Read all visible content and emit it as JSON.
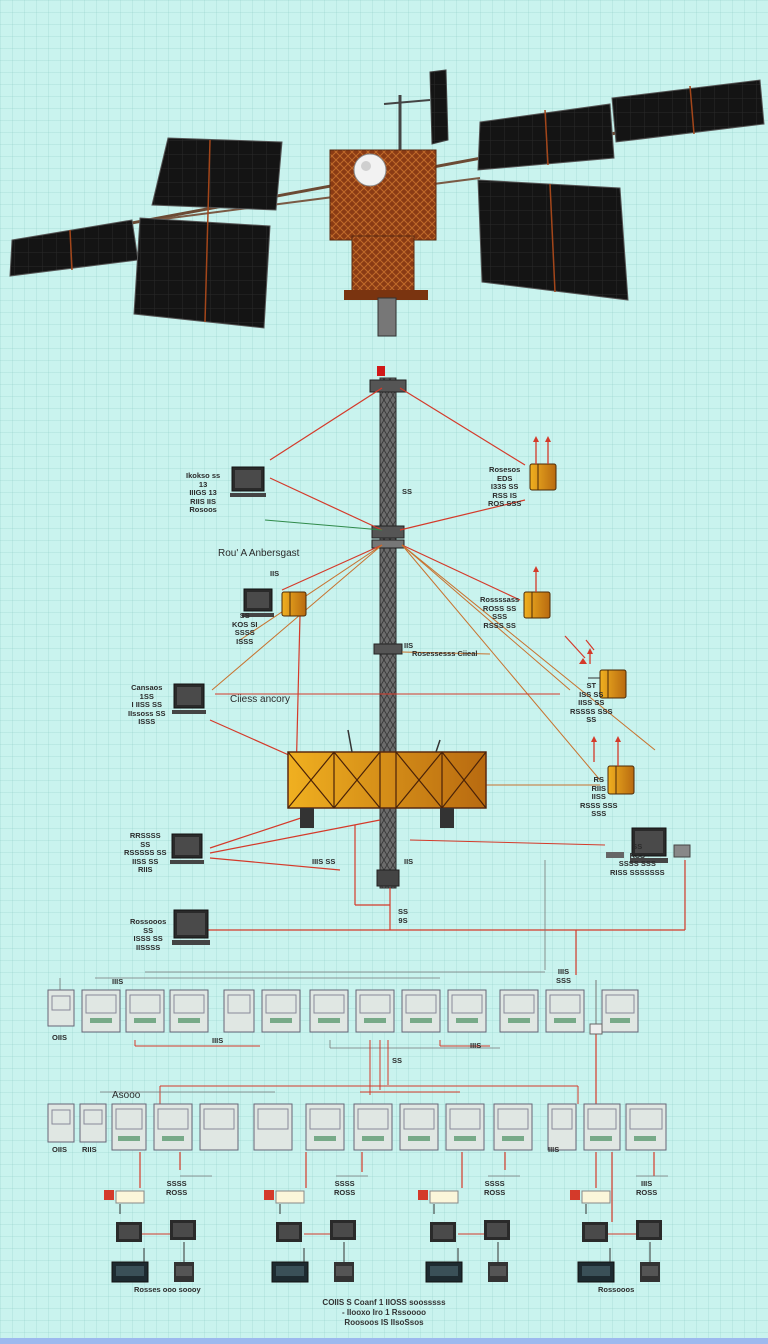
{
  "labels": {
    "ws1": "Ikokso ss\n13\nIIIGS 13\nRIIS IIS\nRosoos",
    "sensor1": "Rosesos\nEDS\nI33S SS\nRSS IS\nROS SSS",
    "mast_mid": "SS",
    "node_main": "Rou' A Anbersgast",
    "node_sub": "IIS",
    "ws2": "SS\nKOS SI\nSSSS\nISSS",
    "sensor2": "Rossssass\nROSS SS\nSSS\nRSSS SS",
    "mast_node2": "IIS",
    "mast_node2b": "Rosessesss Ciieal",
    "ws3": "Cansaos\n1SS\nI IISS SS\nIIssoss SS\nISSS",
    "ws3_caption": "Ciiess ancory",
    "sensor3": "ST\nISS SS\nIISS SS\nRSSSS SSS\nSS",
    "sensor4": "RS\nRIIS\nIISS\nRSSS SSS\nSSS",
    "ws4": "RRSSSS\nSS\nRSSSSS SS\nIISS SS\nRIIS",
    "mast_base1": "IIIS SS",
    "mast_base2": "IIS",
    "ws5": "Rossooos\nSS\nISSS SS\nIISSSS",
    "ws6": "SS\nRSS\nSSSS SSS\nRISS SSSSSSS",
    "mast_bottom": "SS\n9S",
    "rack_top_l": "IIIS",
    "rack_top_r": "IIIS\nSSS",
    "rack_left_cap": "OIIS",
    "rack_mid_cap": "IIIS",
    "rack_mid_cap2": "IIIS",
    "rack_center": "SS",
    "row2_title": "Asooo",
    "row2_left1": "OIIS",
    "row2_left2": "RIIS",
    "row2_right": "IIIS",
    "term1": "SSSS\nROSS",
    "term2": "SSSS\nROSS",
    "term3": "SSSS\nROSS",
    "term4": "IIIS\nROSS",
    "term_caption_left": "Rosses ooo soooy",
    "term_caption_right": "Rossooos"
  },
  "footer": {
    "line1": "COIIS S Coanf 1 IIOSS soosssss",
    "line2": "- IIooxo Iro 1 Rssoooo",
    "line3": "Roosoos  IS  IIsoSsos"
  },
  "colors": {
    "background": "#c9f3ee",
    "panel": "#121212",
    "frame": "#a3461a",
    "mast": "#555555",
    "wire_red": "#d43a2a",
    "wire_orange": "#c8722e",
    "wire_green": "#2f8a4a",
    "cabinet": "#e0e7e3",
    "box_orange": "#e08a1a"
  }
}
